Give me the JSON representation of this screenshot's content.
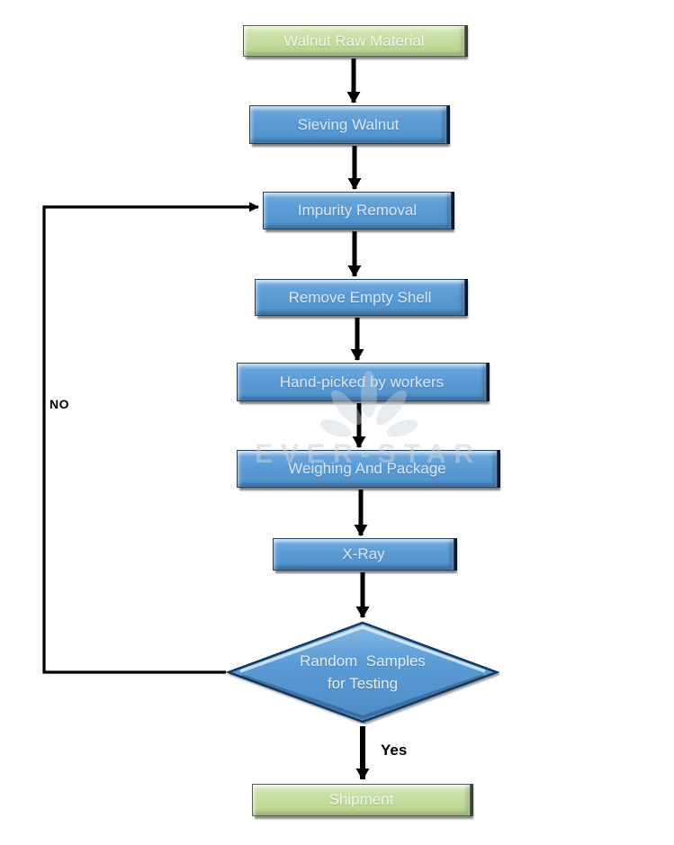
{
  "flowchart": {
    "nodes": [
      {
        "id": "walnut-raw-material",
        "label": "Walnut Raw Material",
        "shape": "rectangle",
        "style": "green"
      },
      {
        "id": "sieving-walnut",
        "label": "Sieving Walnut",
        "shape": "rectangle",
        "style": "blue"
      },
      {
        "id": "impurity-removal",
        "label": "Impurity Removal",
        "shape": "rectangle",
        "style": "blue"
      },
      {
        "id": "remove-empty-shell",
        "label": "Remove Empty Shell",
        "shape": "rectangle",
        "style": "blue"
      },
      {
        "id": "hand-picked-by-workers",
        "label": "Hand-picked by workers",
        "shape": "rectangle",
        "style": "blue"
      },
      {
        "id": "weighing-and-package",
        "label": "Weighing And Package",
        "shape": "rectangle",
        "style": "blue"
      },
      {
        "id": "x-ray",
        "label": "X-Ray",
        "shape": "rectangle",
        "style": "blue"
      },
      {
        "id": "random-samples-for-testing",
        "label_line1": "Random  Samples",
        "label_line2": "for Testing",
        "shape": "diamond",
        "style": "blue"
      },
      {
        "id": "shipment",
        "label": "Shipment",
        "shape": "rectangle",
        "style": "green"
      }
    ],
    "edges": [
      {
        "from": "walnut-raw-material",
        "to": "sieving-walnut",
        "label": ""
      },
      {
        "from": "sieving-walnut",
        "to": "impurity-removal",
        "label": ""
      },
      {
        "from": "impurity-removal",
        "to": "remove-empty-shell",
        "label": ""
      },
      {
        "from": "remove-empty-shell",
        "to": "hand-picked-by-workers",
        "label": ""
      },
      {
        "from": "hand-picked-by-workers",
        "to": "weighing-and-package",
        "label": ""
      },
      {
        "from": "weighing-and-package",
        "to": "x-ray",
        "label": ""
      },
      {
        "from": "x-ray",
        "to": "random-samples-for-testing",
        "label": ""
      },
      {
        "from": "random-samples-for-testing",
        "to": "shipment",
        "label": "Yes"
      },
      {
        "from": "random-samples-for-testing",
        "to": "impurity-removal",
        "label": "NO"
      }
    ],
    "colors": {
      "process_fill": "#5b9bd5",
      "terminator_fill": "#c3dc9d",
      "connector": "#000000",
      "node_text": "#e3eefa"
    }
  },
  "watermark": {
    "text": "EVER-STAR"
  }
}
